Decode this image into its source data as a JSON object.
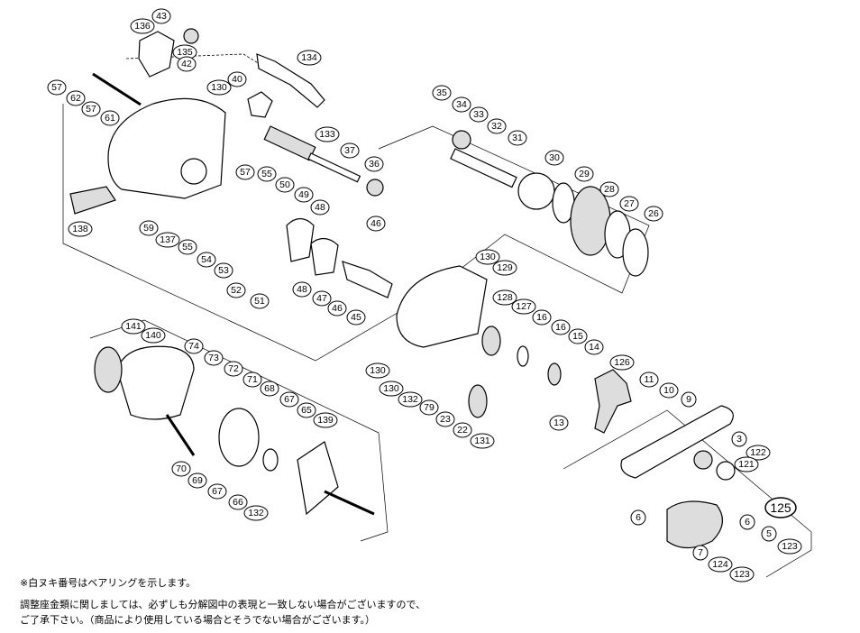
{
  "diagram": {
    "callouts": [
      "43",
      "136",
      "135",
      "42",
      "134",
      "40",
      "130",
      "57",
      "62",
      "57",
      "61",
      "57",
      "55",
      "133",
      "37",
      "36",
      "35",
      "34",
      "33",
      "32",
      "31",
      "30",
      "29",
      "28",
      "27",
      "26",
      "50",
      "49",
      "48",
      "46",
      "138",
      "59",
      "137",
      "55",
      "54",
      "53",
      "52",
      "51",
      "48",
      "47",
      "46",
      "45",
      "130",
      "129",
      "128",
      "127",
      "16",
      "16",
      "15",
      "14",
      "126",
      "11",
      "10",
      "9",
      "141",
      "140",
      "74",
      "73",
      "72",
      "71",
      "68",
      "67",
      "65",
      "139",
      "130",
      "130",
      "132",
      "79",
      "23",
      "22",
      "131",
      "13",
      "3",
      "122",
      "121",
      "125",
      "6",
      "6",
      "5",
      "123",
      "7",
      "124",
      "123",
      "70",
      "69",
      "67",
      "66",
      "132"
    ]
  },
  "notes": {
    "bearing_note": "※白ヌキ番号はベアリングを示します。",
    "line1": "調整座金類に関しましては、必ずしも分解図中の表現と一致しない場合がございますので、",
    "line2": "ご了承下さい。（商品により使用している場合とそうでない場合がございます。）"
  }
}
